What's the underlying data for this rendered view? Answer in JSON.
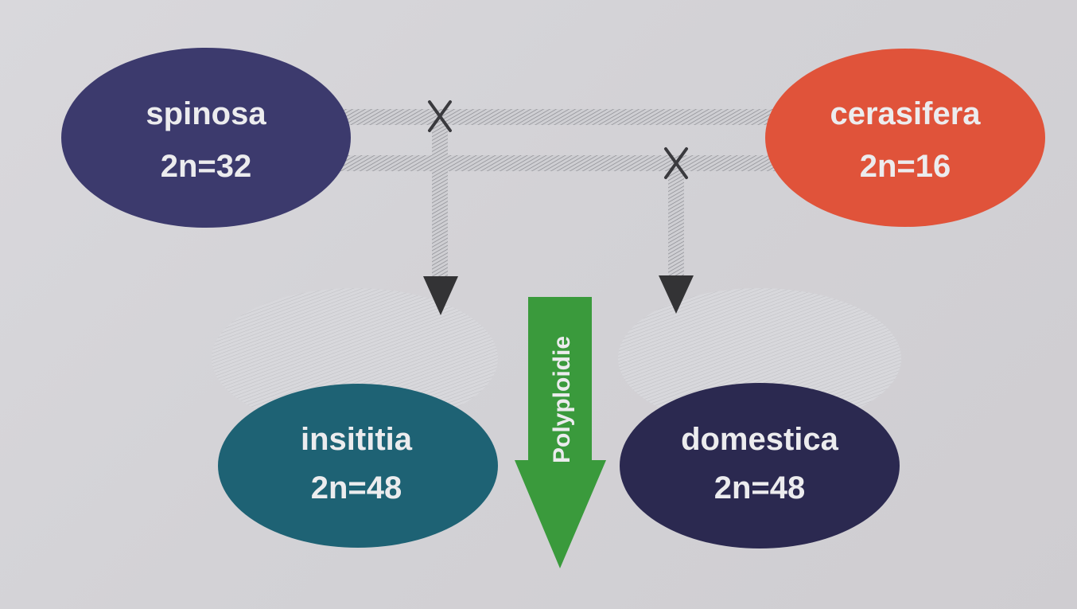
{
  "nodes": {
    "spinosa": {
      "name": "spinosa",
      "chromosomes": "2n=32",
      "color": "#3c3a6d"
    },
    "cerasifera": {
      "name": "cerasifera",
      "chromosomes": "2n=16",
      "color": "#e0533a"
    },
    "insititia": {
      "name": "insititia",
      "chromosomes": "2n=48",
      "color": "#1e6274"
    },
    "domestica": {
      "name": "domestica",
      "chromosomes": "2n=48",
      "color": "#2b2950"
    }
  },
  "crosses": [
    "cross-marker",
    "cross-marker"
  ],
  "polyploidy_arrow": {
    "label": "Polyploidie",
    "color": "#3a9a3c"
  }
}
